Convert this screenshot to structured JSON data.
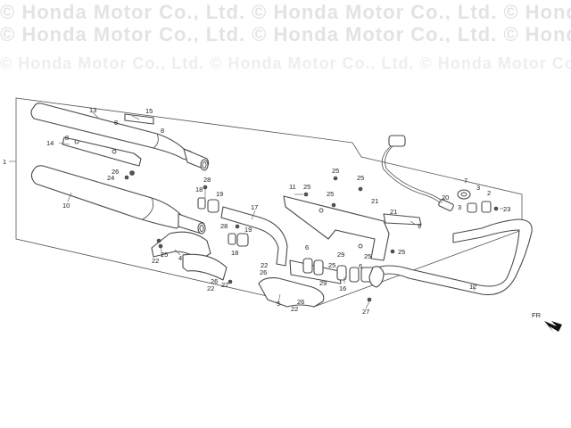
{
  "header": {
    "watermark_text": "© Honda Motor Co., Ltd.  © Honda Motor Co., Ltd.  © Honda Motor Co., Ltd.  © Honda Motor Co., Ltd."
  },
  "diagram": {
    "front_indicator": "FR",
    "callouts": [
      {
        "id": "c1",
        "text": "1"
      },
      {
        "id": "c13",
        "text": "13"
      },
      {
        "id": "c15",
        "text": "15"
      },
      {
        "id": "c8a",
        "text": "8"
      },
      {
        "id": "c8b",
        "text": "8"
      },
      {
        "id": "c8c",
        "text": "8"
      },
      {
        "id": "c14",
        "text": "14"
      },
      {
        "id": "c26a",
        "text": "26"
      },
      {
        "id": "c24",
        "text": "24"
      },
      {
        "id": "c10",
        "text": "10"
      },
      {
        "id": "c28a",
        "text": "28"
      },
      {
        "id": "c18a",
        "text": "18"
      },
      {
        "id": "c19a",
        "text": "19"
      },
      {
        "id": "c17",
        "text": "17"
      },
      {
        "id": "c28b",
        "text": "28"
      },
      {
        "id": "c19b",
        "text": "19"
      },
      {
        "id": "c18b",
        "text": "18"
      },
      {
        "id": "c22a",
        "text": "22"
      },
      {
        "id": "c25a",
        "text": "25"
      },
      {
        "id": "c4",
        "text": "4"
      },
      {
        "id": "c26b",
        "text": "26"
      },
      {
        "id": "c22b",
        "text": "22"
      },
      {
        "id": "c11",
        "text": "11"
      },
      {
        "id": "c25b",
        "text": "25"
      },
      {
        "id": "c25c",
        "text": "25"
      },
      {
        "id": "c25d",
        "text": "25"
      },
      {
        "id": "c25e",
        "text": "25"
      },
      {
        "id": "c25f",
        "text": "25"
      },
      {
        "id": "c21a",
        "text": "21"
      },
      {
        "id": "c21b",
        "text": "21"
      },
      {
        "id": "c9",
        "text": "9"
      },
      {
        "id": "c20",
        "text": "20"
      },
      {
        "id": "c7",
        "text": "7"
      },
      {
        "id": "c3a",
        "text": "3"
      },
      {
        "id": "c3b",
        "text": "3"
      },
      {
        "id": "c2",
        "text": "2"
      },
      {
        "id": "c23",
        "text": "23"
      },
      {
        "id": "c6a",
        "text": "6"
      },
      {
        "id": "c6b",
        "text": "6"
      },
      {
        "id": "c22c",
        "text": "22"
      },
      {
        "id": "c26c",
        "text": "26"
      },
      {
        "id": "c22d",
        "text": "22"
      },
      {
        "id": "c29a",
        "text": "29"
      },
      {
        "id": "c29b",
        "text": "29"
      },
      {
        "id": "c16",
        "text": "16"
      },
      {
        "id": "c25g",
        "text": "25"
      },
      {
        "id": "c25h",
        "text": "25"
      },
      {
        "id": "c5",
        "text": "5"
      },
      {
        "id": "c26d",
        "text": "26"
      },
      {
        "id": "c22e",
        "text": "22"
      },
      {
        "id": "c27",
        "text": "27"
      },
      {
        "id": "c12",
        "text": "12"
      }
    ]
  }
}
